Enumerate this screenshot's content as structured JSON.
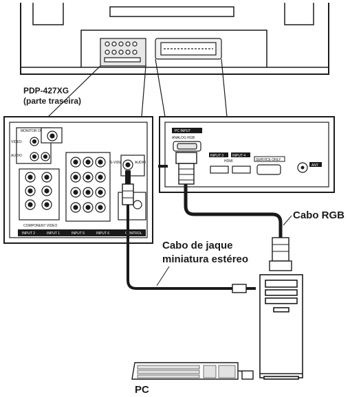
{
  "labels": {
    "model": "PDP-427XG",
    "model_sub": "(parte traseira)",
    "rgb_cable": "Cabo RGB",
    "jack_cable_line1": "Cabo de jaque",
    "jack_cable_line2": "miniatura estéreo",
    "pc": "PC"
  },
  "panel_right": {
    "pc_input": "PC INPUT",
    "analog_rgb": "ANALOG RGB",
    "input3": "INPUT 3",
    "input4": "INPUT 4",
    "hdmi": "HDMI",
    "service_only": "SERVICE ONLY",
    "ant": "ANT"
  },
  "panel_left": {
    "monitor_out": "MONITOR OUT",
    "video": "VIDEO",
    "audio": "AUDIO",
    "s_video": "S-VIDEO",
    "component_video": "COMPONENT VIDEO",
    "input2": "INPUT 2",
    "input1": "INPUT 1",
    "input5": "INPUT 5",
    "input6": "INPUT 6",
    "control": "CONTROL",
    "pc_audio": "AUDIO"
  },
  "colors": {
    "line": "#1a1a1a",
    "fill": "#ffffff",
    "shade": "#cfcfcf"
  }
}
